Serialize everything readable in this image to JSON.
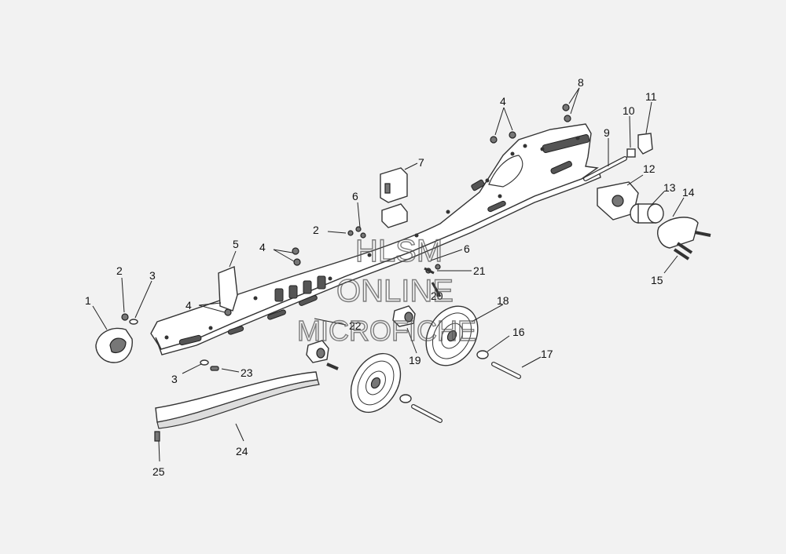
{
  "callouts": [
    {
      "id": "c1",
      "label": "1"
    },
    {
      "id": "c2a",
      "label": "2"
    },
    {
      "id": "c2b",
      "label": "2"
    },
    {
      "id": "c3a",
      "label": "3"
    },
    {
      "id": "c3b",
      "label": "3"
    },
    {
      "id": "c4a",
      "label": "4"
    },
    {
      "id": "c4b",
      "label": "4"
    },
    {
      "id": "c4c",
      "label": "4"
    },
    {
      "id": "c5",
      "label": "5"
    },
    {
      "id": "c6a",
      "label": "6"
    },
    {
      "id": "c6b",
      "label": "6"
    },
    {
      "id": "c7",
      "label": "7"
    },
    {
      "id": "c8",
      "label": "8"
    },
    {
      "id": "c9",
      "label": "9"
    },
    {
      "id": "c10",
      "label": "10"
    },
    {
      "id": "c11",
      "label": "11"
    },
    {
      "id": "c12",
      "label": "12"
    },
    {
      "id": "c13",
      "label": "13"
    },
    {
      "id": "c14",
      "label": "14"
    },
    {
      "id": "c15",
      "label": "15"
    },
    {
      "id": "c16",
      "label": "16"
    },
    {
      "id": "c17",
      "label": "17"
    },
    {
      "id": "c18",
      "label": "18"
    },
    {
      "id": "c19",
      "label": "19"
    },
    {
      "id": "c20",
      "label": "20"
    },
    {
      "id": "c21",
      "label": "21"
    },
    {
      "id": "c22",
      "label": "22"
    },
    {
      "id": "c23",
      "label": "23"
    },
    {
      "id": "c24",
      "label": "24"
    },
    {
      "id": "c25",
      "label": "25"
    }
  ],
  "watermark": {
    "line1": "HLSM",
    "line2": "ONLINE",
    "line3": "MICROFICHE"
  }
}
